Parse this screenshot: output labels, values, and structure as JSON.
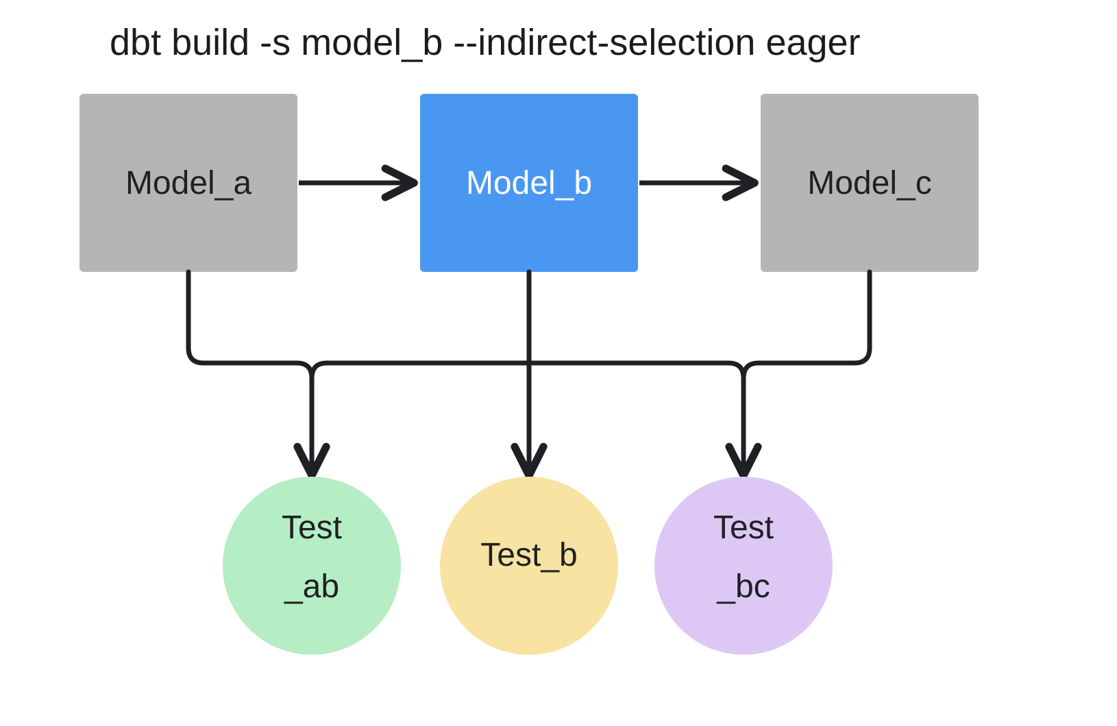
{
  "diagram": {
    "title": "dbt build -s model_b --indirect-selection eager",
    "background_color": "#ffffff",
    "edge_color": "#1f2023",
    "models": [
      {
        "id": "model_a",
        "label": "Model_a",
        "shape": "rectangle",
        "fill": "#b5b5b5",
        "text_color": "#1f2023",
        "selected": false
      },
      {
        "id": "model_b",
        "label": "Model_b",
        "shape": "rectangle",
        "fill": "#4a97f2",
        "text_color": "#ffffff",
        "selected": true
      },
      {
        "id": "model_c",
        "label": "Model_c",
        "shape": "rectangle",
        "fill": "#b5b5b5",
        "text_color": "#1f2023",
        "selected": false
      }
    ],
    "tests": [
      {
        "id": "test_ab",
        "label_line1": "Test",
        "label_line2": "_ab",
        "shape": "circle",
        "fill": "#b5edc4",
        "text_color": "#232a25"
      },
      {
        "id": "test_b",
        "label_line1": "Test_b",
        "label_line2": "",
        "shape": "circle",
        "fill": "#f8e3a3",
        "text_color": "#2a2618"
      },
      {
        "id": "test_bc",
        "label_line1": "Test",
        "label_line2": "_bc",
        "shape": "circle",
        "fill": "#ddc8f5",
        "text_color": "#272232"
      }
    ],
    "edges": [
      {
        "id": "edge-model-a-to-model-b",
        "from": "model_a",
        "to": "model_b",
        "style": "straight-horizontal"
      },
      {
        "id": "edge-model-b-to-model-c",
        "from": "model_b",
        "to": "model_c",
        "style": "straight-horizontal"
      },
      {
        "id": "edge-model-a-to-test-ab",
        "from": "model_a",
        "to": "test_ab",
        "style": "elbow"
      },
      {
        "id": "edge-model-b-to-test-ab",
        "from": "model_b",
        "to": "test_ab",
        "style": "elbow"
      },
      {
        "id": "edge-model-b-to-test-b",
        "from": "model_b",
        "to": "test_b",
        "style": "straight-vertical"
      },
      {
        "id": "edge-model-b-to-test-bc",
        "from": "model_b",
        "to": "test_bc",
        "style": "elbow"
      },
      {
        "id": "edge-model-c-to-test-bc",
        "from": "model_c",
        "to": "test_bc",
        "style": "elbow"
      }
    ]
  }
}
